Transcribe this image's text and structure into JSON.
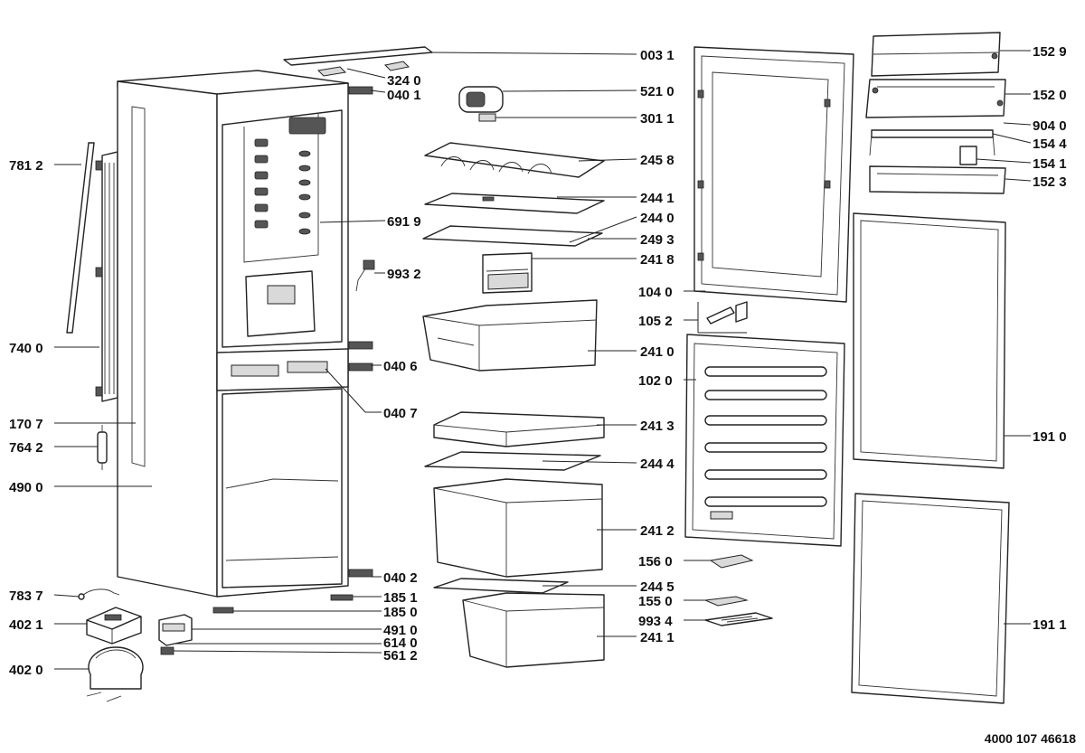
{
  "document_number": "4000 107 46618",
  "callouts": [
    {
      "id": "c0031",
      "text": "003 1"
    },
    {
      "id": "c3240",
      "text": "324 0"
    },
    {
      "id": "c0401",
      "text": "040 1"
    },
    {
      "id": "c5210",
      "text": "521 0"
    },
    {
      "id": "c3011",
      "text": "301 1"
    },
    {
      "id": "c2458",
      "text": "245 8"
    },
    {
      "id": "c2441",
      "text": "244 1"
    },
    {
      "id": "c2440",
      "text": "244 0"
    },
    {
      "id": "c2493",
      "text": "249 3"
    },
    {
      "id": "c2418",
      "text": "241 8"
    },
    {
      "id": "c6919",
      "text": "691 9"
    },
    {
      "id": "c9932",
      "text": "993 2"
    },
    {
      "id": "c2410",
      "text": "241 0"
    },
    {
      "id": "c0406",
      "text": "040 6"
    },
    {
      "id": "c0407",
      "text": "040 7"
    },
    {
      "id": "c2413",
      "text": "241 3"
    },
    {
      "id": "c2444",
      "text": "244 4"
    },
    {
      "id": "c2412",
      "text": "241 2"
    },
    {
      "id": "c0402",
      "text": "040 2"
    },
    {
      "id": "c1851",
      "text": "185 1"
    },
    {
      "id": "c1850",
      "text": "185 0"
    },
    {
      "id": "c2445",
      "text": "244 5"
    },
    {
      "id": "c2411",
      "text": "241 1"
    },
    {
      "id": "c4910",
      "text": "491 0"
    },
    {
      "id": "c6140",
      "text": "614 0"
    },
    {
      "id": "c5612",
      "text": "561 2"
    },
    {
      "id": "c7812",
      "text": "781 2"
    },
    {
      "id": "c7400",
      "text": "740 0"
    },
    {
      "id": "c1707",
      "text": "170 7"
    },
    {
      "id": "c7642",
      "text": "764 2"
    },
    {
      "id": "c4900",
      "text": "490 0"
    },
    {
      "id": "c7837",
      "text": "783 7"
    },
    {
      "id": "c4021",
      "text": "402 1"
    },
    {
      "id": "c4020",
      "text": "402 0"
    },
    {
      "id": "c1529",
      "text": "152 9"
    },
    {
      "id": "c1520",
      "text": "152 0"
    },
    {
      "id": "c9040",
      "text": "904 0"
    },
    {
      "id": "c1544",
      "text": "154 4"
    },
    {
      "id": "c1541",
      "text": "154 1"
    },
    {
      "id": "c1523",
      "text": "152 3"
    },
    {
      "id": "c1040",
      "text": "104 0"
    },
    {
      "id": "c1052",
      "text": "105 2"
    },
    {
      "id": "c1020",
      "text": "102 0"
    },
    {
      "id": "c1910",
      "text": "191 0"
    },
    {
      "id": "c1560",
      "text": "156 0"
    },
    {
      "id": "c1550",
      "text": "155 0"
    },
    {
      "id": "c9934",
      "text": "993 4"
    },
    {
      "id": "c1911",
      "text": "191 1"
    }
  ]
}
